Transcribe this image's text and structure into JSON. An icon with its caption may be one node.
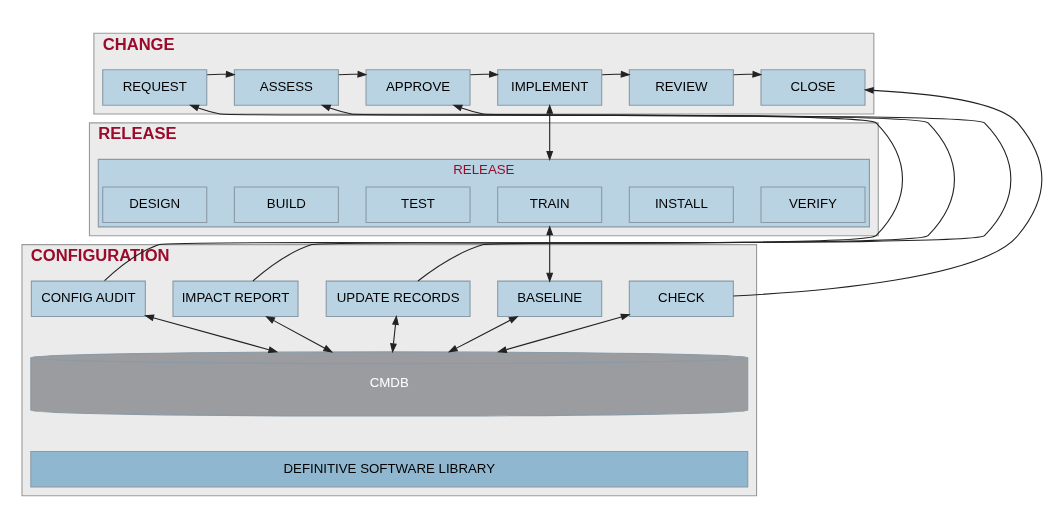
{
  "diagram": {
    "nodes": [
      {
        "text": [
          "CHANGE"
        ]
      },
      {
        "text": [
          "REQUEST"
        ],
        "in": 0
      },
      {
        "text": [
          "ASSESS"
        ],
        "in": 0
      },
      {
        "text": [
          "APPROVE"
        ],
        "in": 0
      },
      {
        "text": [
          "IMPLEMENT"
        ],
        "in": 0
      },
      {
        "text": [
          "REVIEW"
        ],
        "in": 0
      },
      {
        "text": [
          "CLOSE"
        ],
        "in": 0
      },
      {
        "text": [
          "RELEASE"
        ]
      },
      {
        "text": [
          "RELEASE"
        ],
        "in": 7
      },
      {
        "text": [
          "DESIGN"
        ],
        "in": 8
      },
      {
        "text": [
          "BUILD"
        ],
        "in": 8
      },
      {
        "text": [
          "TEST"
        ],
        "in": 8
      },
      {
        "text": [
          "TRAIN"
        ],
        "in": 8
      },
      {
        "text": [
          "INSTALL"
        ],
        "in": 8
      },
      {
        "text": [
          "VERIFY"
        ],
        "in": 8
      },
      {
        "text": [
          "CONFIGURATION"
        ]
      },
      {
        "text": [
          "CONFIG AUDIT"
        ],
        "in": 15
      },
      {
        "text": [
          "IMPACT REPORT"
        ],
        "in": 15
      },
      {
        "text": [
          "UPDATE RECORDS"
        ],
        "in": 15
      },
      {
        "text": [
          "BASELINE"
        ],
        "in": 15
      },
      {
        "text": [
          "CHECK"
        ],
        "in": 15
      },
      {
        "text": [
          "CMDB"
        ],
        "in": 15
      },
      {
        "text": [
          "DEFINITIVE SOFTWARE LIBRARY"
        ],
        "in": 15
      }
    ],
    "edges": [
      {
        "from": 1,
        "to": 2,
        "arrow": "to"
      },
      {
        "from": 2,
        "to": 3,
        "arrow": "to"
      },
      {
        "from": 3,
        "to": 4,
        "arrow": "to"
      },
      {
        "from": 4,
        "to": 5,
        "arrow": "to"
      },
      {
        "from": 5,
        "to": 6,
        "arrow": "to"
      },
      {
        "from": 16,
        "to": 1,
        "arrow": "to"
      },
      {
        "from": 17,
        "to": 2,
        "arrow": "to"
      },
      {
        "from": 18,
        "to": 3,
        "arrow": "to"
      },
      {
        "from": 4,
        "to": 8,
        "arrow": "both"
      },
      {
        "from": 8,
        "to": 19,
        "arrow": "both"
      },
      {
        "from": 20,
        "to": 6,
        "arrow": "to"
      },
      {
        "from": 16,
        "to": 21,
        "arrow": "both"
      },
      {
        "from": 17,
        "to": 21,
        "arrow": "both"
      },
      {
        "from": 18,
        "to": 21,
        "arrow": "both"
      },
      {
        "from": 19,
        "to": 21,
        "arrow": "both"
      },
      {
        "from": 20,
        "to": 21,
        "arrow": "both"
      }
    ]
  }
}
